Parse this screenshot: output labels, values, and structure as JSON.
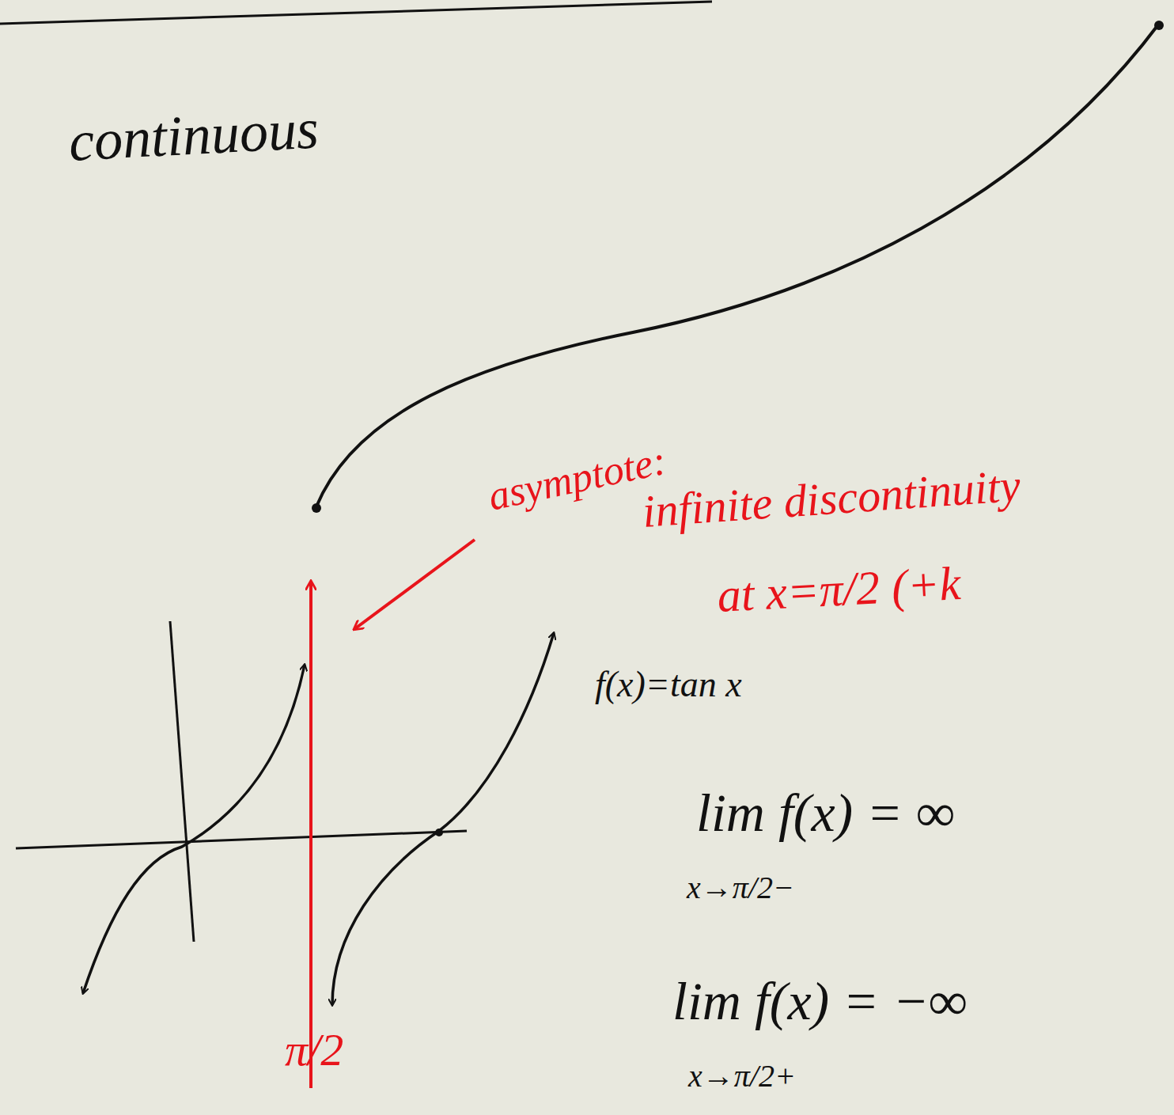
{
  "diagram": {
    "labels": [
      "continuous",
      "asymptote:",
      "infinite discontinuity",
      "at x=π/2 (+k",
      "f(x)=tan x",
      "lim f(x) = ∞",
      "x→π/2−",
      "lim f(x) = −∞",
      "x→π/2+",
      "π/2"
    ]
  }
}
